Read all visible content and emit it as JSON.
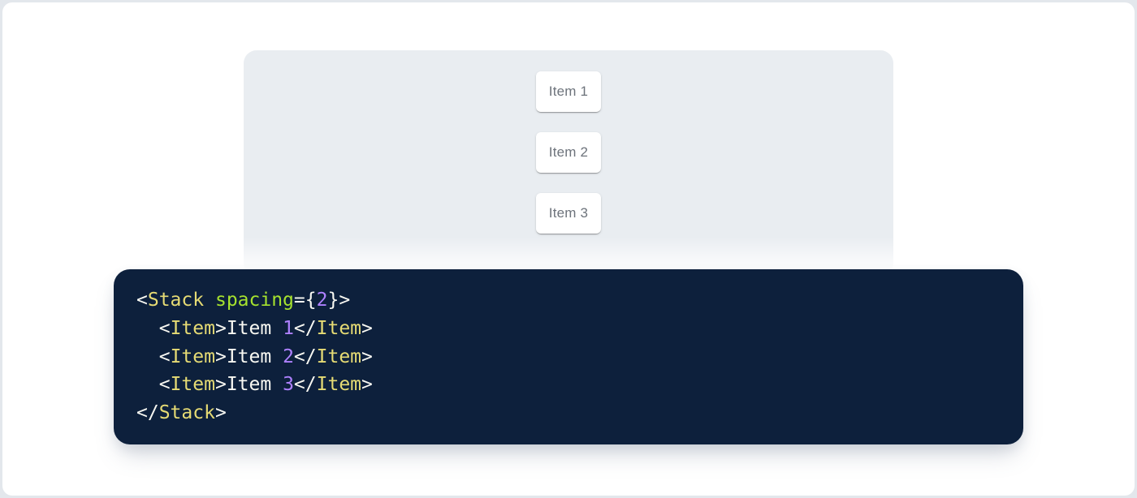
{
  "colors": {
    "page_edge": "#e3e7ec",
    "card_bg": "#ffffff",
    "panel_bg": "#e9edf1",
    "item_bg": "#ffffff",
    "item_text": "#6d737b",
    "code_bg": "#0d203c",
    "tok_punctuation": "#f8f8f2",
    "tok_tag": "#e6db74",
    "tok_attr_name": "#a6e22e",
    "tok_number": "#ae81ff",
    "tok_plain": "#f8f8f2"
  },
  "demo": {
    "items": [
      {
        "label": "Item 1"
      },
      {
        "label": "Item 2"
      },
      {
        "label": "Item 3"
      }
    ]
  },
  "code": {
    "lines": [
      [
        {
          "type": "punctuation",
          "text": "<"
        },
        {
          "type": "tag",
          "text": "Stack"
        },
        {
          "type": "plain",
          "text": " "
        },
        {
          "type": "attr_name",
          "text": "spacing"
        },
        {
          "type": "punctuation",
          "text": "={"
        },
        {
          "type": "number",
          "text": "2"
        },
        {
          "type": "punctuation",
          "text": "}>"
        }
      ],
      [
        {
          "type": "plain",
          "text": "  "
        },
        {
          "type": "punctuation",
          "text": "<"
        },
        {
          "type": "tag",
          "text": "Item"
        },
        {
          "type": "punctuation",
          "text": ">"
        },
        {
          "type": "plain",
          "text": "Item "
        },
        {
          "type": "number",
          "text": "1"
        },
        {
          "type": "punctuation",
          "text": "</"
        },
        {
          "type": "tag",
          "text": "Item"
        },
        {
          "type": "punctuation",
          "text": ">"
        }
      ],
      [
        {
          "type": "plain",
          "text": "  "
        },
        {
          "type": "punctuation",
          "text": "<"
        },
        {
          "type": "tag",
          "text": "Item"
        },
        {
          "type": "punctuation",
          "text": ">"
        },
        {
          "type": "plain",
          "text": "Item "
        },
        {
          "type": "number",
          "text": "2"
        },
        {
          "type": "punctuation",
          "text": "</"
        },
        {
          "type": "tag",
          "text": "Item"
        },
        {
          "type": "punctuation",
          "text": ">"
        }
      ],
      [
        {
          "type": "plain",
          "text": "  "
        },
        {
          "type": "punctuation",
          "text": "<"
        },
        {
          "type": "tag",
          "text": "Item"
        },
        {
          "type": "punctuation",
          "text": ">"
        },
        {
          "type": "plain",
          "text": "Item "
        },
        {
          "type": "number",
          "text": "3"
        },
        {
          "type": "punctuation",
          "text": "</"
        },
        {
          "type": "tag",
          "text": "Item"
        },
        {
          "type": "punctuation",
          "text": ">"
        }
      ],
      [
        {
          "type": "punctuation",
          "text": "</"
        },
        {
          "type": "tag",
          "text": "Stack"
        },
        {
          "type": "punctuation",
          "text": ">"
        }
      ]
    ]
  }
}
